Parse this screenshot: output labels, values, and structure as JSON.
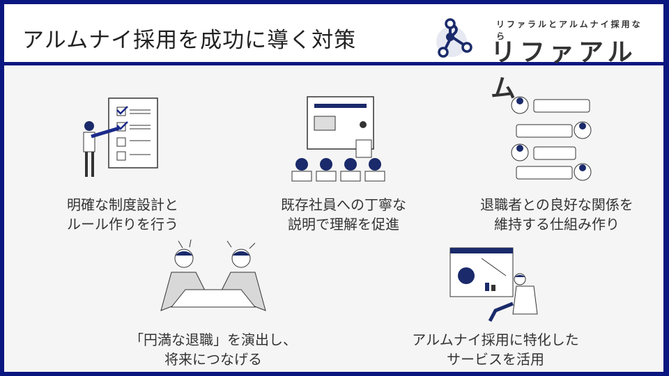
{
  "header": {
    "title": "アルムナイ採用を成功に導く対策"
  },
  "logo": {
    "tagline": "リファラルとアルムナイ採用なら",
    "name": "リファアルム"
  },
  "items": [
    {
      "line1": "明確な制度設計と",
      "line2": "ルール作りを行う"
    },
    {
      "line1": "既存社員への丁寧な",
      "line2": "説明で理解を促進"
    },
    {
      "line1": "退職者との良好な関係を",
      "line2": "維持する仕組み作り"
    },
    {
      "line1": "「円満な退職」を演出し、",
      "line2": "将来につなげる"
    },
    {
      "line1": "アルムナイ採用に特化した",
      "line2": "サービスを活用"
    }
  ],
  "colors": {
    "border": "#0b1780",
    "accent": "#1a2a8a"
  }
}
